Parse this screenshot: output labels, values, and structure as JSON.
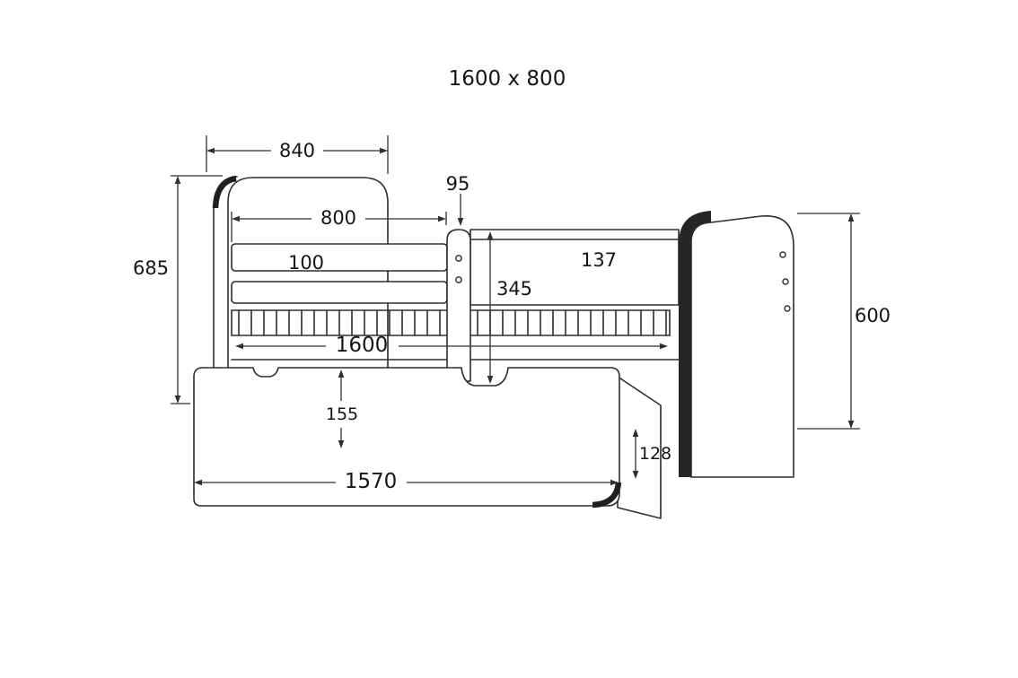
{
  "title": "1600 x 800",
  "dimensions": {
    "headboard_width": "840",
    "headboard_height": "685",
    "guard_rail_length": "800",
    "post_width": "95",
    "guard_board_height": "100",
    "rail_to_base_height": "345",
    "side_rail_height": "137",
    "footboard_height": "600",
    "bed_length": "1600",
    "drawer_front_height": "155",
    "drawer_side_height": "128",
    "drawer_length": "1570"
  }
}
